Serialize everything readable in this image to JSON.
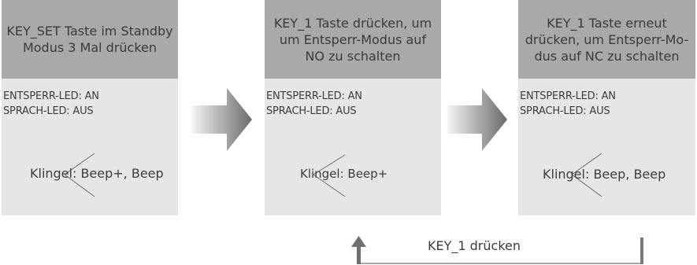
{
  "steps": [
    {
      "header": "KEY_SET Taste im Standby\nModus 3 Mal drücken",
      "status_1": "ENTSPERR-LED: AN",
      "status_2": "SPRACH-LED: AUS",
      "ring": "Klingel: Beep+, Beep"
    },
    {
      "header": "KEY_1 Taste drücken, um\num Entsperr-Modus auf\nNO zu schalten",
      "status_1": "ENTSPERR-LED: AN",
      "status_2": "SPRACH-LED: AUS",
      "ring": "Klingel: Beep+"
    },
    {
      "header": "KEY_1 Taste erneut\ndrücken, um Entsperr-Mo-\ndus auf NC zu schalten",
      "status_1": "ENTSPERR-LED: AN",
      "status_2": "SPRACH-LED: AUS",
      "ring": "Klingel: Beep, Beep"
    }
  ],
  "loop_label": "KEY_1 drücken",
  "colors": {
    "header_bg": "#a9a9a9",
    "body_bg": "#e6e6e6",
    "arrow_dark": "#6f6f6f",
    "arrow_light": "#ececec",
    "line": "#7a7a7a"
  }
}
